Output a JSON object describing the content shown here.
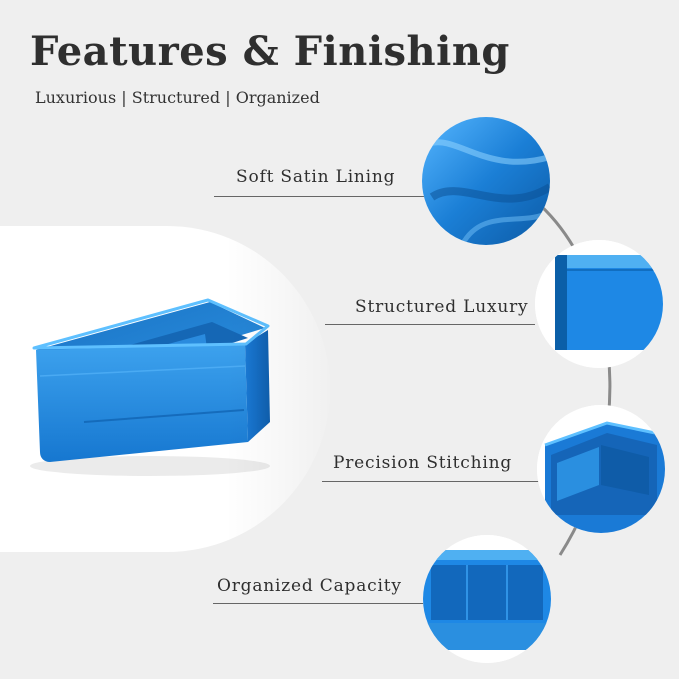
{
  "header": {
    "title": "Features & Finishing",
    "subtitle": "Luxurious | Structured | Organized"
  },
  "features": [
    {
      "label": "Soft Satin Lining",
      "icon": "satin-fabric-closeup"
    },
    {
      "label": "Structured Luxury",
      "icon": "organizer-corner-closeup"
    },
    {
      "label": "Precision Stitching",
      "icon": "stitching-pocket-closeup"
    },
    {
      "label": "Organized Capacity",
      "icon": "interior-pockets-closeup"
    }
  ],
  "colors": {
    "background": "#efefef",
    "panel": "#ffffff",
    "product_blue": "#1e88e5",
    "product_blue_dark": "#0b5fa8",
    "product_blue_light": "#4fb0f2",
    "text": "#2f2f2f",
    "rule": "#666666",
    "arc": "#8a8a8a"
  }
}
